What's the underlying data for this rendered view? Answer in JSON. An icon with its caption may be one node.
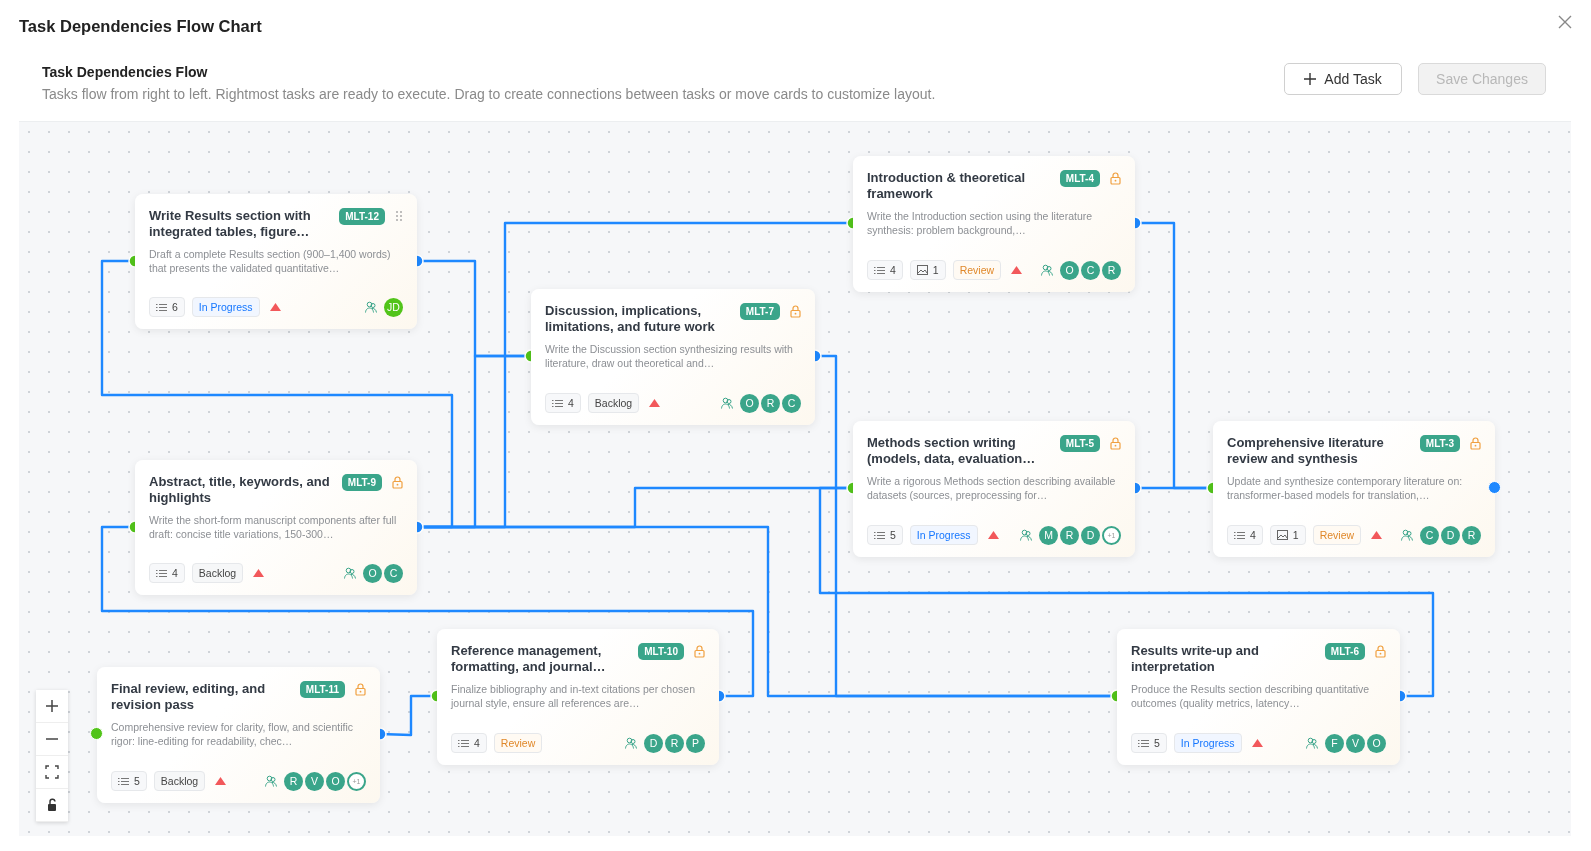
{
  "diagram": {
    "title": "Task Dependencies Flow Chart",
    "nodes": [
      {
        "text": [
          "Write Results section with integrated tables, figure…",
          "MLT-12",
          "Draft a complete Results section (900–1,400 words) that presents the validated quantitative…",
          "6",
          "In Progress",
          "JD"
        ]
      },
      {
        "text": [
          "Discussion, implications, limitations, and future work",
          "MLT-7",
          "Write the Discussion section synthesizing results with literature, draw out theoretical and…",
          "4",
          "Backlog",
          "O",
          "R",
          "C"
        ]
      },
      {
        "text": [
          "Introduction & theoretical framework",
          "MLT-4",
          "Write the Introduction section using the literature synthesis: problem background,…",
          "4",
          "1",
          "Review",
          "O",
          "C",
          "R"
        ]
      },
      {
        "text": [
          "Abstract, title, keywords, and highlights",
          "MLT-9",
          "Write the short-form manuscript components after full draft: concise title variations, 150-300…",
          "4",
          "Backlog",
          "O",
          "C"
        ]
      },
      {
        "text": [
          "Methods section writing (models, data, evaluation…",
          "MLT-5",
          "Write a rigorous Methods section describing available datasets (sources, preprocessing for…",
          "5",
          "In Progress",
          "M",
          "R",
          "D",
          "+1"
        ]
      },
      {
        "text": [
          "Comprehensive literature review and synthesis",
          "MLT-3",
          "Update and synthesize contemporary literature on: transformer-based models for translation,…",
          "4",
          "1",
          "Review",
          "C",
          "D",
          "R"
        ]
      },
      {
        "text": [
          "Final review, editing, and revision pass",
          "MLT-11",
          "Comprehensive review for clarity, flow, and scientific rigor: line-editing for readability, chec…",
          "5",
          "Backlog",
          "R",
          "V",
          "O",
          "+1"
        ]
      },
      {
        "text": [
          "Reference management, formatting, and journal…",
          "MLT-10",
          "Finalize bibliography and in-text citations per chosen journal style, ensure all references are…",
          "4",
          "Review",
          "D",
          "R",
          "P"
        ]
      },
      {
        "text": [
          "Results write-up and interpretation",
          "MLT-6",
          "Produce the Results section describing quantitative outcomes (quality metrics, latency…",
          "5",
          "In Progress",
          "F",
          "V",
          "O"
        ]
      }
    ],
    "edges": [
      {
        "from": 1,
        "to": 0,
        "arrow": "other"
      },
      {
        "from": 1,
        "to": 3,
        "arrow": "other"
      },
      {
        "from": 2,
        "to": 3,
        "arrow": "other"
      },
      {
        "from": 4,
        "to": 3,
        "arrow": "other"
      },
      {
        "from": 8,
        "to": 3,
        "arrow": "other"
      },
      {
        "from": 0,
        "to": 3,
        "arrow": "other"
      },
      {
        "from": 8,
        "to": 1,
        "arrow": "other"
      },
      {
        "from": 5,
        "to": 2,
        "arrow": "other"
      },
      {
        "from": 5,
        "to": 4,
        "arrow": "other"
      },
      {
        "from": 4,
        "to": 8,
        "arrow": "other"
      },
      {
        "from": 3,
        "to": 7,
        "arrow": "other"
      },
      {
        "from": 7,
        "to": 6,
        "arrow": "other"
      }
    ],
    "labels": [
      "Task Dependencies Flow",
      "Tasks flow from right to left. Rightmost tasks are ready to execute. Drag to create connections between tasks or move cards to customize layout.",
      "Add Task",
      "Save Changes"
    ]
  }
}
